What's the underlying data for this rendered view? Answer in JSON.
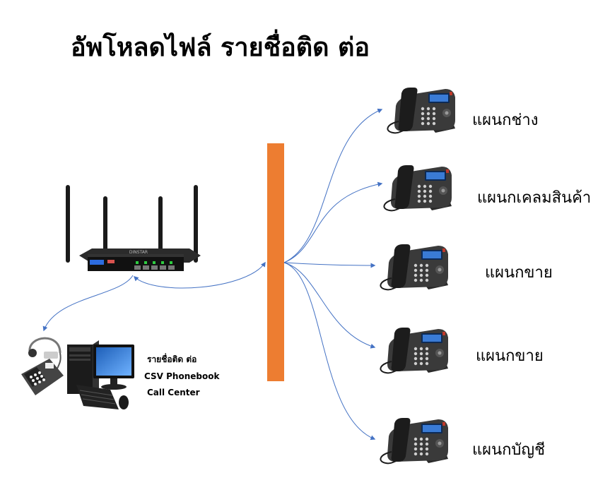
{
  "title": "อัพโหลดไฟล์ รายชื่อติด ต่อ",
  "departments": [
    {
      "label": "แผนกช่าง"
    },
    {
      "label": "แผนกเคลมสินค้า"
    },
    {
      "label": "แผนกขาย"
    },
    {
      "label": "แผนกขาย"
    },
    {
      "label": "แผนกบัญชี"
    }
  ],
  "pc_labels": {
    "line1": "รายชื่อติด ต่อ",
    "line2": "CSV Phonebook",
    "line3": "Call Center"
  },
  "router": {
    "brand": "DINSTAR"
  },
  "colors": {
    "switch_bar": "#ED7D31",
    "connector": "#4472C4",
    "phone_body": "#3a3a3a",
    "phone_accent": "#c0392b"
  }
}
